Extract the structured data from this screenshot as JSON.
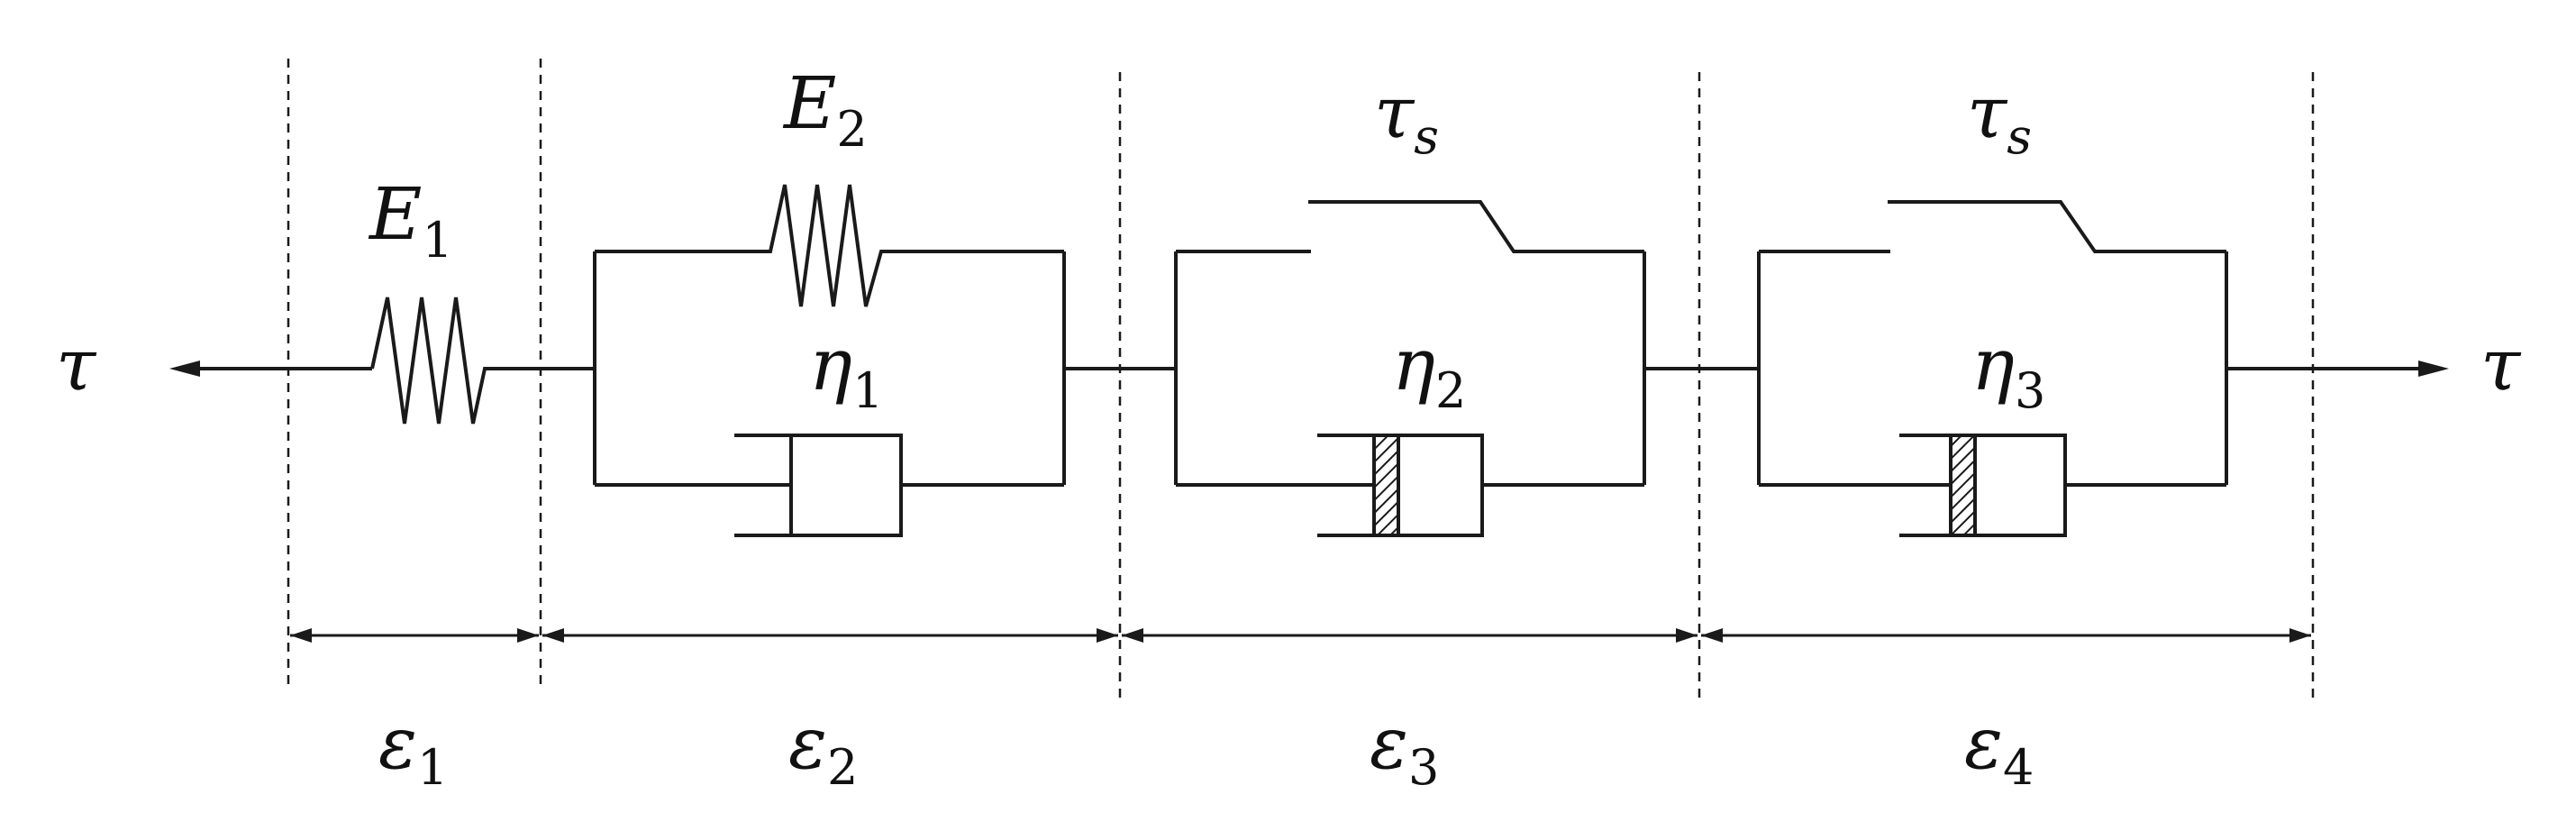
{
  "diagram": {
    "force_left": "τ",
    "force_right": "τ",
    "elements": {
      "spring_1": {
        "symbol": "E",
        "subscript": "1"
      },
      "spring_2": {
        "symbol": "E",
        "subscript": "2"
      },
      "dashpot_1": {
        "symbol": "η",
        "subscript": "1"
      },
      "dashpot_2": {
        "symbol": "η",
        "subscript": "2"
      },
      "dashpot_3": {
        "symbol": "η",
        "subscript": "3"
      },
      "slider_1": {
        "symbol": "τ",
        "subscript": "s"
      },
      "slider_2": {
        "symbol": "τ",
        "subscript": "s"
      }
    },
    "strains": [
      {
        "symbol": "ε",
        "subscript": "1"
      },
      {
        "symbol": "ε",
        "subscript": "2"
      },
      {
        "symbol": "ε",
        "subscript": "3"
      },
      {
        "symbol": "ε",
        "subscript": "4"
      }
    ]
  }
}
